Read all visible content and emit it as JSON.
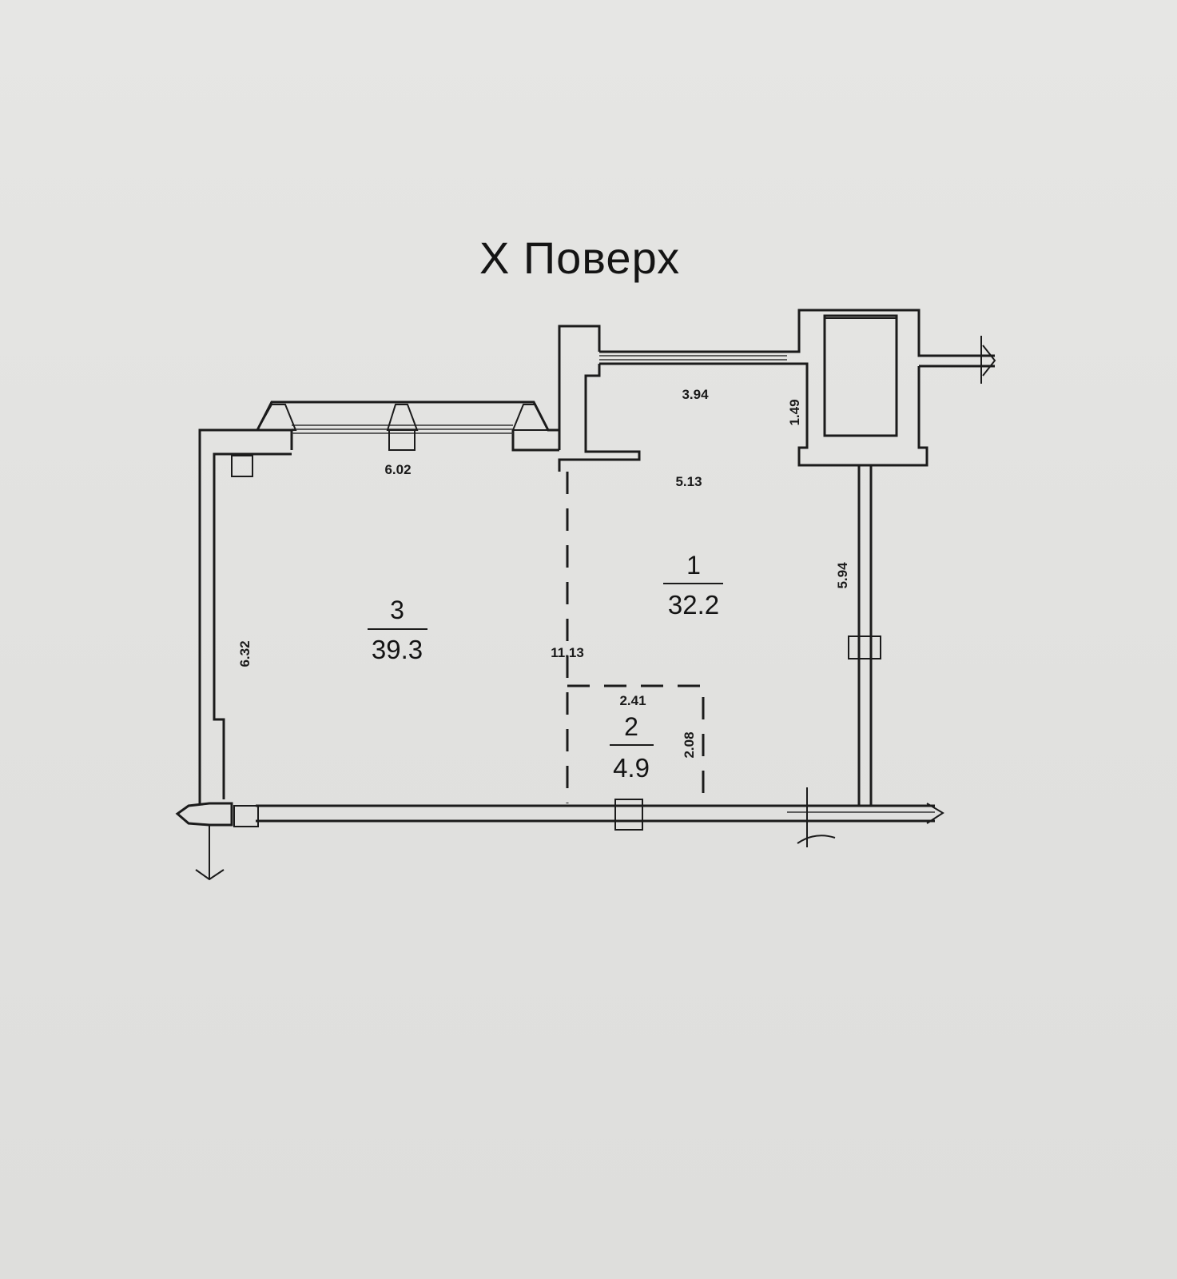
{
  "plan": {
    "title": "X  Поверх",
    "rooms": [
      {
        "number": "1",
        "area": "32.2"
      },
      {
        "number": "2",
        "area": "4.9"
      },
      {
        "number": "3",
        "area": "39.3"
      }
    ],
    "dimensions": {
      "d_3_94": "3.94",
      "d_1_49": "1.49",
      "d_5_13": "5.13",
      "d_6_02": "6.02",
      "d_5_94": "5.94",
      "d_6_32": "6.32",
      "d_11_13": "11.13",
      "d_2_41": "2.41",
      "d_2_08": "2.08"
    }
  }
}
